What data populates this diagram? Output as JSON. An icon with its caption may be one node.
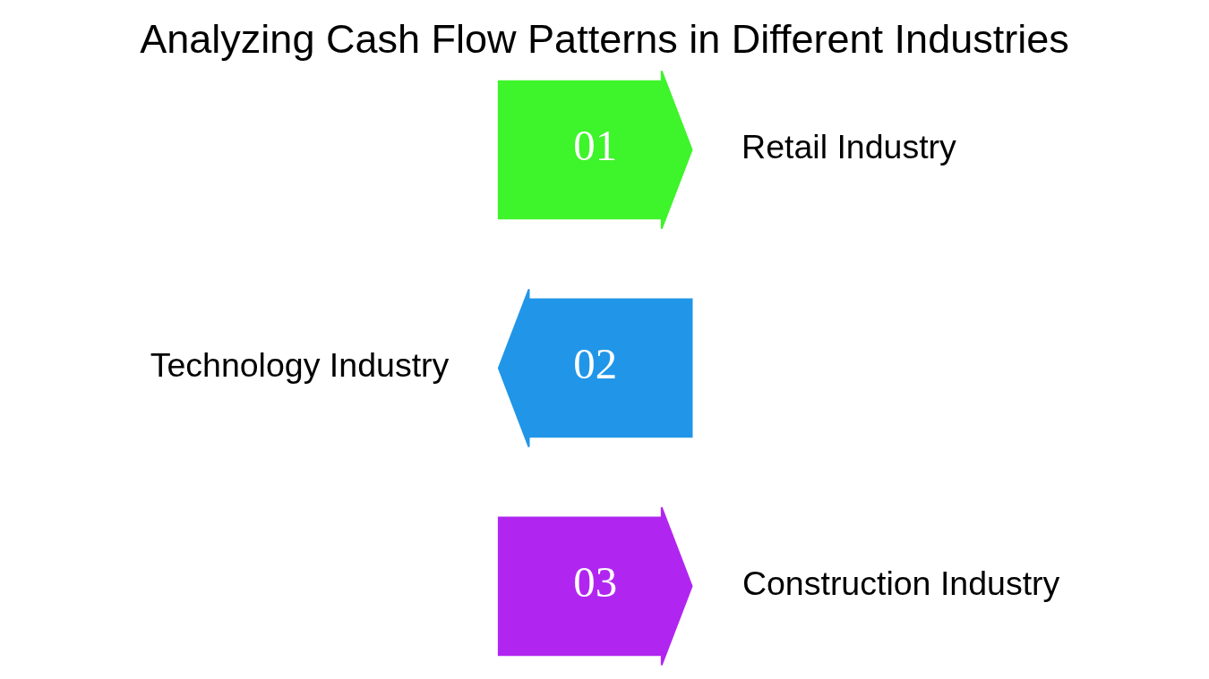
{
  "diagram": {
    "title": "Analyzing Cash Flow Patterns in Different Industries",
    "nodes": [
      {
        "text": [
          "01"
        ],
        "beside": [
          "Retail Industry"
        ]
      },
      {
        "text": [
          "02"
        ],
        "beside": [
          "Technology Industry"
        ]
      },
      {
        "text": [
          "03"
        ],
        "beside": [
          "Construction Industry"
        ]
      }
    ],
    "edges": []
  }
}
